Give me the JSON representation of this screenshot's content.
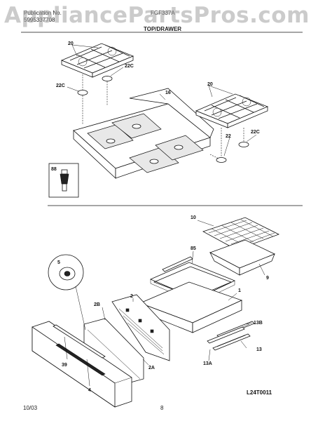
{
  "header": {
    "publication_label": "Publication No.",
    "publication_number": "5995337708",
    "model": "FGF337A",
    "section_title": "TOP/DRAWER"
  },
  "watermark": "AppliancePartsPros.com",
  "footer": {
    "date": "10/03",
    "page": "8"
  },
  "diagram_code": "L24T0011",
  "callouts": {
    "c20a": "20",
    "c22c_a": "22C",
    "c22c_b": "22C",
    "c16": "16",
    "c20b": "20",
    "c22": "22",
    "c22c_c": "22C",
    "c88": "88",
    "c10": "10",
    "c85": "85",
    "c9": "9",
    "c5": "5",
    "c2": "2",
    "c1": "1",
    "c2b": "2B",
    "c13b": "13B",
    "c13": "13",
    "c13a": "13A",
    "c2a": "2A",
    "c39": "39",
    "c4": "4"
  }
}
